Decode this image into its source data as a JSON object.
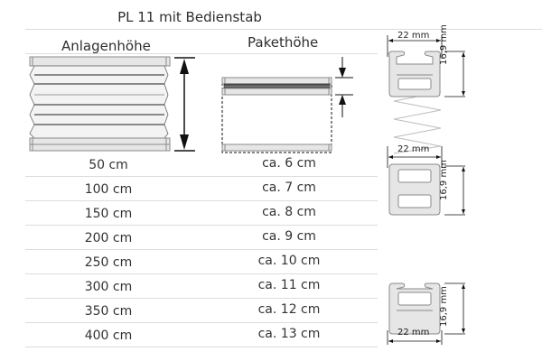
{
  "title": "PL 11 mit Bedienstab",
  "columns": {
    "system_height": "Anlagenhöhe",
    "package_height": "Pakethöhe"
  },
  "rows": [
    {
      "system_height": "50 cm",
      "package_height": "ca. 6 cm"
    },
    {
      "system_height": "100 cm",
      "package_height": "ca. 7 cm"
    },
    {
      "system_height": "150 cm",
      "package_height": "ca. 8 cm"
    },
    {
      "system_height": "200 cm",
      "package_height": "ca. 9 cm"
    },
    {
      "system_height": "250 cm",
      "package_height": "ca. 10 cm"
    },
    {
      "system_height": "300 cm",
      "package_height": "ca. 11 cm"
    },
    {
      "system_height": "350 cm",
      "package_height": "ca. 12 cm"
    },
    {
      "system_height": "400 cm",
      "package_height": "ca. 13 cm"
    }
  ],
  "profiles": {
    "top": {
      "width_label": "22 mm",
      "height_label": "16,9 mm"
    },
    "middle": {
      "width_label": "22 mm",
      "height_label": "16,9 mm"
    },
    "bottom": {
      "width_label": "22 mm",
      "height_label": "16,9 mm"
    }
  },
  "colors": {
    "rail_fill": "#e6e6e6",
    "rail_stroke": "#8a8a8a",
    "divider": "#dcdcdc",
    "text": "#333333"
  }
}
